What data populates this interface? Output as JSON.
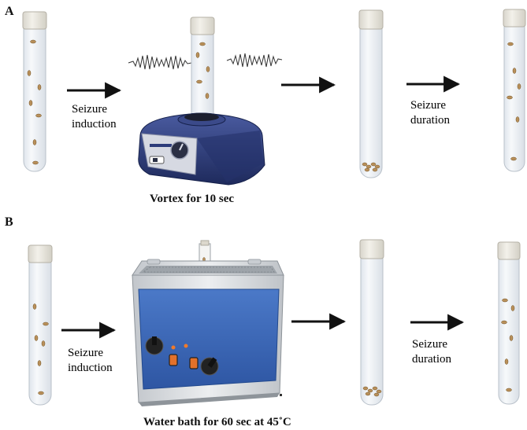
{
  "panels": [
    {
      "label": "A",
      "step1": [
        "Seizure",
        "induction"
      ],
      "step2": [
        "Seizure",
        "duration"
      ],
      "device": "vortex",
      "caption": "Vortex for 10 sec"
    },
    {
      "label": "B",
      "step1": [
        "Seizure",
        "induction"
      ],
      "step2": [
        "Seizure",
        "duration"
      ],
      "device": "water-bath",
      "caption": "Water bath for 60 sec at 45˚C"
    }
  ],
  "colors": {
    "tube_glass": "#eef2f6",
    "tube_cap": "#e9e7df",
    "fly": "#b9905a",
    "vortex_body": "#2d3c7a",
    "bath_panel": "#3a64b4",
    "bath_steel": "#d3d6da",
    "orange_button": "#e3712a"
  },
  "icons": [
    "test-tube-icon",
    "fly-icon",
    "arrow-right-icon",
    "vortex-mixer-icon",
    "vibration-wave-icon",
    "water-bath-icon",
    "thermometer-icon"
  ]
}
